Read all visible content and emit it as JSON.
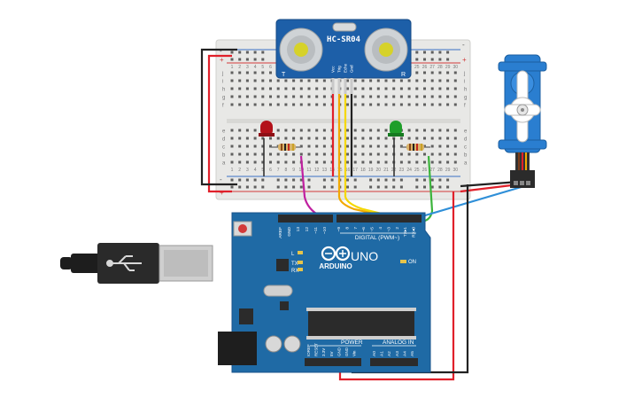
{
  "sensor": {
    "model": "HC-SR04",
    "side_left": "T",
    "side_right": "R",
    "pins": [
      "Vcc",
      "Trig",
      "Echo",
      "Gnd"
    ]
  },
  "breadboard": {
    "rows_top": [
      "j",
      "i",
      "h",
      "g",
      "f"
    ],
    "rows_bottom": [
      "e",
      "d",
      "c",
      "b",
      "a"
    ],
    "columns": [
      "1",
      "2",
      "3",
      "4",
      "5",
      "6",
      "7",
      "8",
      "9",
      "10",
      "11",
      "12",
      "13",
      "14",
      "15",
      "16",
      "17",
      "18",
      "19",
      "20",
      "21",
      "22",
      "23",
      "24",
      "25",
      "26",
      "27",
      "28",
      "29",
      "30"
    ],
    "rail_minus": "-",
    "rail_plus": "+"
  },
  "arduino": {
    "brand": "ARDUINO",
    "model": "UNO",
    "digital_label": "DIGITAL (PWM~)",
    "digital_pins": [
      "AREF",
      "GND",
      "13",
      "12",
      "~11",
      "~10",
      "~9",
      "8",
      "7",
      "~6",
      "~5",
      "4",
      "~3",
      "2",
      "TX▸1",
      "RX◂0"
    ],
    "power_label": "POWER",
    "power_pins": [
      "IOREF",
      "RESET",
      "3.3V",
      "5V",
      "GND",
      "GND",
      "Vin"
    ],
    "analog_label": "ANALOG IN",
    "analog_pins": [
      "A0",
      "A1",
      "A2",
      "A3",
      "A4",
      "A5"
    ],
    "led_labels": [
      "L",
      "TX",
      "RX",
      "ON"
    ]
  },
  "colors": {
    "board_blue": "#1f6aa5",
    "led_red": "#b3121a",
    "led_green": "#1e9e2a",
    "servo_blue": "#2a7ed0",
    "sensor_blue": "#1d5fa8",
    "wire_red": "#e0202a",
    "wire_black": "#222222",
    "wire_orange": "#f2a900",
    "wire_yellow": "#f5d800",
    "wire_green": "#3cb43c",
    "wire_magenta": "#c020a0",
    "wire_blue": "#2f8fd8"
  },
  "icons": [
    "usb-plug-icon",
    "arduino-logo-icon",
    "servo-motor-icon",
    "ultrasonic-sensor-icon",
    "led-icon",
    "resistor-icon"
  ]
}
